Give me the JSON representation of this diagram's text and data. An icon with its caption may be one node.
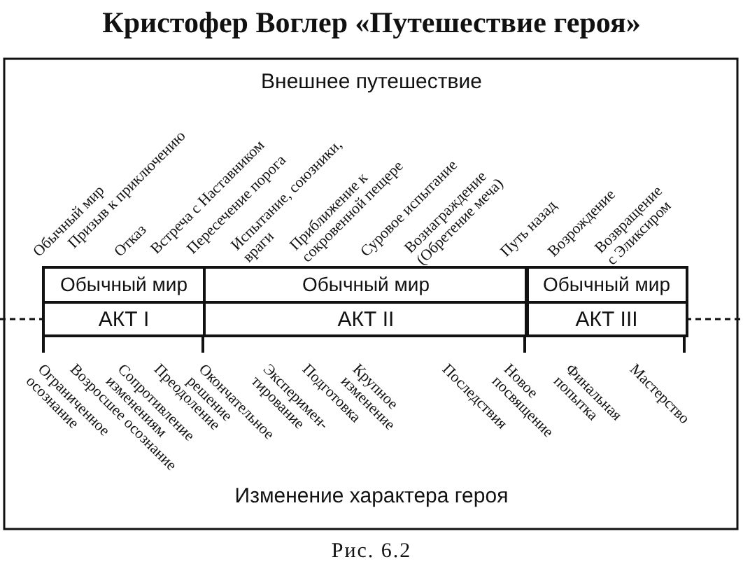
{
  "diagram": {
    "title": "Кристофер Воглер «Путешествие героя»",
    "caption": "Рис. 6.2",
    "nodes": [
      {
        "text": [
          "Обычный мир",
          "АКТ I"
        ]
      },
      {
        "text": [
          "Обычный мир",
          "АКТ II"
        ]
      },
      {
        "text": [
          "Обычный мир",
          "АКТ III"
        ]
      }
    ],
    "labels": [
      "Внешнее путешествие",
      "Обычный мир",
      "Призыв к приключению",
      "Отказ",
      "Встреча с Наставником",
      "Пересечение порога",
      "Испытание, союзники, враги",
      "Приближение к сокровенной пещере",
      "Суровое испытание",
      "Вознаграждение (Обретение меча)",
      "Путь назад",
      "Возрождение",
      "Возвращение с Эликсиром",
      "Ограниченное осознание",
      "Возросшее осознание",
      "Сопротивление изменениям",
      "Преодоление",
      "Окончательное решение",
      "Эксперимен- тирование",
      "Подготовка",
      "Крупное изменение",
      "Последствия",
      "Новое посвящение",
      "Финальная попытка",
      "Мастерство",
      "Изменение характера героя"
    ]
  }
}
